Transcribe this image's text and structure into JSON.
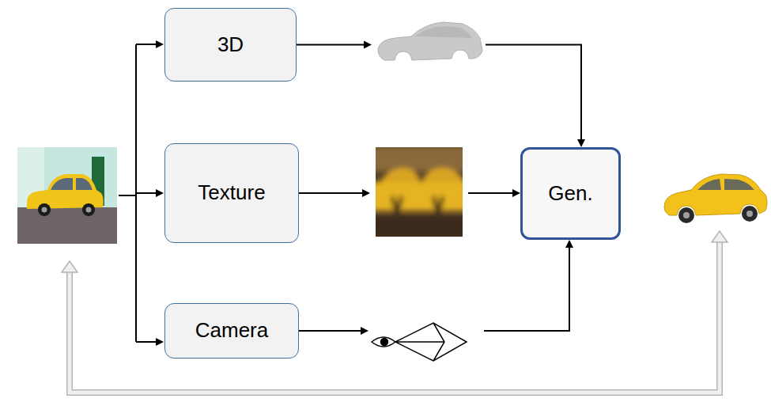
{
  "diagram": {
    "nodes": [
      {
        "text": [
          "3D"
        ]
      },
      {
        "text": [
          "Texture"
        ]
      },
      {
        "text": [
          "Camera"
        ]
      },
      {
        "text": [
          "Gen."
        ]
      }
    ],
    "edges": [
      {
        "from": 0,
        "to": 3,
        "arrow": "to"
      },
      {
        "from": 1,
        "to": 3,
        "arrow": "to"
      },
      {
        "from": 2,
        "to": 3,
        "arrow": "to"
      }
    ]
  }
}
